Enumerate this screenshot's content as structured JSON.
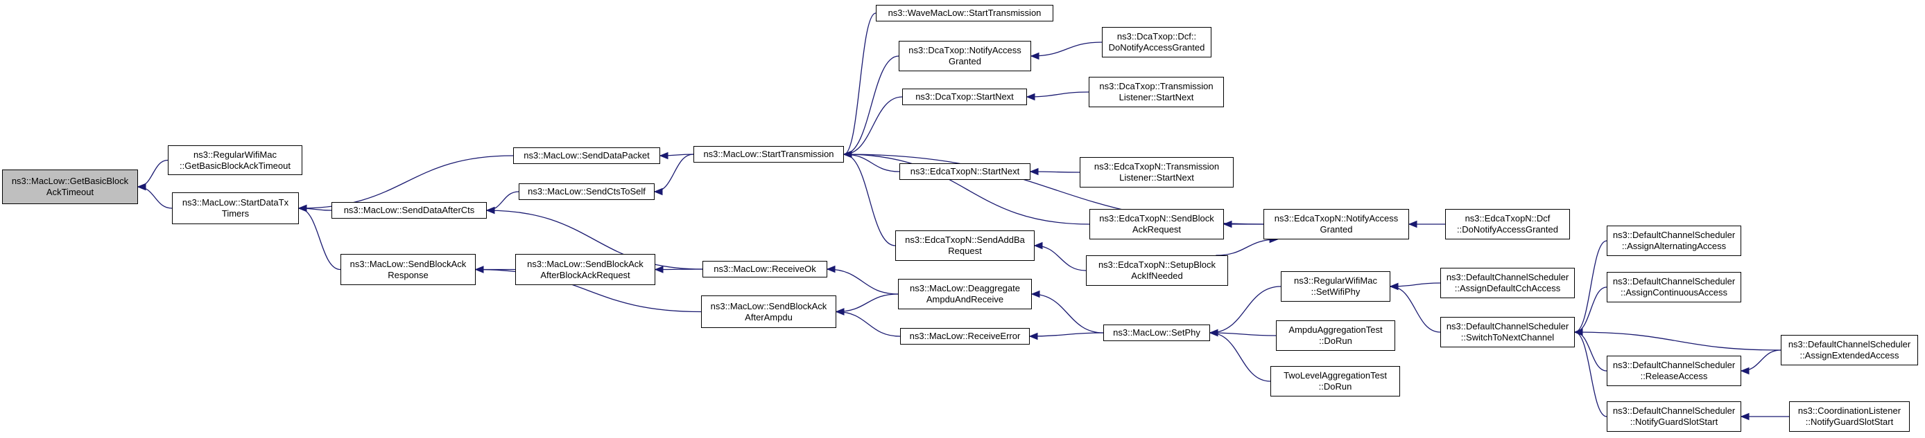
{
  "nodes": {
    "n0": [
      "ns3::MacLow::GetBasicBlock",
      "AckTimeout"
    ],
    "n1": [
      "ns3::RegularWifiMac",
      "::GetBasicBlockAckTimeout"
    ],
    "n2": [
      "ns3::MacLow::StartDataTx",
      "Timers"
    ],
    "n3": [
      "ns3::MacLow::SendDataPacket"
    ],
    "n4": [
      "ns3::MacLow::SendDataAfterCts"
    ],
    "n5": [
      "ns3::MacLow::SendBlockAck",
      "Response"
    ],
    "n6": [
      "ns3::MacLow::StartTransmission"
    ],
    "n7": [
      "ns3::MacLow::SendCtsToSelf"
    ],
    "n8": [
      "ns3::MacLow::ReceiveOk"
    ],
    "n9": [
      "ns3::MacLow::SendBlockAck",
      "AfterBlockAckRequest"
    ],
    "n10": [
      "ns3::MacLow::SendBlockAck",
      "AfterAmpdu"
    ],
    "n11": [
      "ns3::WaveMacLow::StartTransmission"
    ],
    "n12": [
      "ns3::DcaTxop::NotifyAccess",
      "Granted"
    ],
    "n13": [
      "ns3::DcaTxop::StartNext"
    ],
    "n14": [
      "ns3::EdcaTxopN::StartNext"
    ],
    "n15": [
      "ns3::EdcaTxopN::SendBlock",
      "AckRequest"
    ],
    "n16": [
      "ns3::EdcaTxopN::NotifyAccess",
      "Granted"
    ],
    "n17": [
      "ns3::EdcaTxopN::SendAddBa",
      "Request"
    ],
    "n18": [
      "ns3::MacLow::Deaggregate",
      "AmpduAndReceive"
    ],
    "n19": [
      "ns3::MacLow::ReceiveError"
    ],
    "n20": [
      "ns3::DcaTxop::Dcf::",
      "DoNotifyAccessGranted"
    ],
    "n21": [
      "ns3::DcaTxop::Transmission",
      "Listener::StartNext"
    ],
    "n22": [
      "ns3::EdcaTxopN::Transmission",
      "Listener::StartNext"
    ],
    "n23": [
      "ns3::EdcaTxopN::Dcf",
      "::DoNotifyAccessGranted"
    ],
    "n24": [
      "ns3::EdcaTxopN::SetupBlock",
      "AckIfNeeded"
    ],
    "n25": [
      "ns3::MacLow::SetPhy"
    ],
    "n26": [
      "ns3::RegularWifiMac",
      "::SetWifiPhy"
    ],
    "n27": [
      "AmpduAggregationTest",
      "::DoRun"
    ],
    "n28": [
      "TwoLevelAggregationTest",
      "::DoRun"
    ],
    "n29": [
      "ns3::DefaultChannelScheduler",
      "::AssignDefaultCchAccess"
    ],
    "n30": [
      "ns3::DefaultChannelScheduler",
      "::SwitchToNextChannel"
    ],
    "n31": [
      "ns3::DefaultChannelScheduler",
      "::AssignAlternatingAccess"
    ],
    "n32": [
      "ns3::DefaultChannelScheduler",
      "::AssignContinuousAccess"
    ],
    "n33": [
      "ns3::DefaultChannelScheduler",
      "::ReleaseAccess"
    ],
    "n34": [
      "ns3::DefaultChannelScheduler",
      "::NotifyGuardSlotStart"
    ],
    "n35": [
      "ns3::DefaultChannelScheduler",
      "::AssignExtendedAccess"
    ],
    "n36": [
      "ns3::CoordinationListener",
      "::NotifyGuardSlotStart"
    ]
  },
  "edges": [
    [
      "n1",
      "n0"
    ],
    [
      "n2",
      "n0"
    ],
    [
      "n3",
      "n2"
    ],
    [
      "n4",
      "n2"
    ],
    [
      "n5",
      "n2"
    ],
    [
      "n6",
      "n3"
    ],
    [
      "n7",
      "n4"
    ],
    [
      "n8",
      "n4"
    ],
    [
      "n9",
      "n5"
    ],
    [
      "n10",
      "n5"
    ],
    [
      "n6",
      "n7"
    ],
    [
      "n8",
      "n9"
    ],
    [
      "n18",
      "n10"
    ],
    [
      "n19",
      "n10"
    ],
    [
      "n18",
      "n8"
    ],
    [
      "n11",
      "n6"
    ],
    [
      "n12",
      "n6"
    ],
    [
      "n13",
      "n6"
    ],
    [
      "n14",
      "n6"
    ],
    [
      "n15",
      "n6"
    ],
    [
      "n16",
      "n6"
    ],
    [
      "n17",
      "n6"
    ],
    [
      "n20",
      "n12"
    ],
    [
      "n21",
      "n13"
    ],
    [
      "n22",
      "n14"
    ],
    [
      "n16",
      "n15"
    ],
    [
      "n23",
      "n16"
    ],
    [
      "n24",
      "n16"
    ],
    [
      "n24",
      "n17"
    ],
    [
      "n25",
      "n18"
    ],
    [
      "n25",
      "n19"
    ],
    [
      "n26",
      "n25"
    ],
    [
      "n27",
      "n25"
    ],
    [
      "n28",
      "n25"
    ],
    [
      "n29",
      "n26"
    ],
    [
      "n30",
      "n26"
    ],
    [
      "n31",
      "n30"
    ],
    [
      "n32",
      "n30"
    ],
    [
      "n33",
      "n30"
    ],
    [
      "n34",
      "n30"
    ],
    [
      "n35",
      "n30"
    ],
    [
      "n35",
      "n33"
    ],
    [
      "n36",
      "n34"
    ]
  ]
}
